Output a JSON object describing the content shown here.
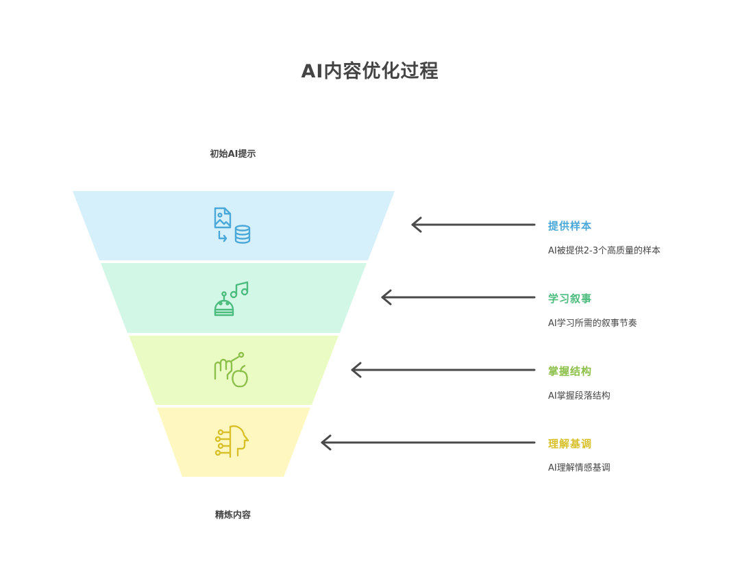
{
  "title": "AI内容优化过程",
  "top_label": "初始AI提示",
  "bottom_label": "精炼内容",
  "stages": [
    {
      "title": "提供样本",
      "description": "AI被提供2-3个高质量的样本",
      "icon": "image-database-icon",
      "fill": "#d6f0fb",
      "accent": "#4aa8d8"
    },
    {
      "title": "学习叙事",
      "description": "AI学习所需的叙事节奏",
      "icon": "robot-music-icon",
      "fill": "#d2f7e6",
      "accent": "#4cbc7e"
    },
    {
      "title": "掌握结构",
      "description": "AI掌握段落结构",
      "icon": "hand-apple-icon",
      "fill": "#eafbc4",
      "accent": "#8cc04a"
    },
    {
      "title": "理解基调",
      "description": "AI理解情感基调",
      "icon": "ai-head-icon",
      "fill": "#fff7c0",
      "accent": "#d8c02a"
    }
  ],
  "colors": {
    "arrow": "#4a4a4a",
    "text": "#444444"
  }
}
